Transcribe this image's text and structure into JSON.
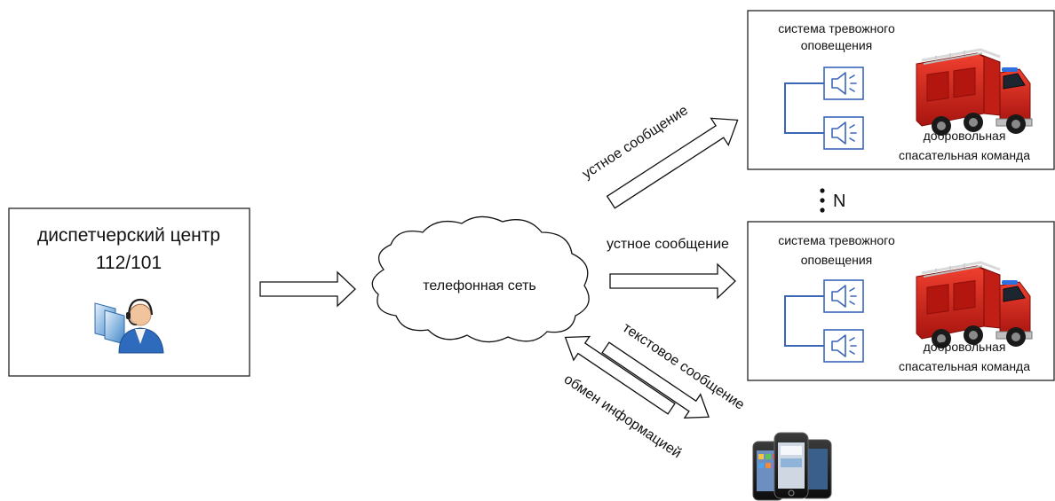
{
  "dispatch": {
    "title_line1": "диспетчерский центр",
    "title_line2": "112/101"
  },
  "network": {
    "label": "телефонная сеть"
  },
  "arrows": {
    "voice_upper": "устное сообщение",
    "voice_middle": "устное сообщение",
    "text_message": "текстовое сообщение",
    "info_exchange": "обмен информацией"
  },
  "stations": [
    {
      "alarm_line1": "система тревожного",
      "alarm_line2": "оповещения",
      "team_line1": "добровольная",
      "team_line2": "спасательная команда"
    },
    {
      "alarm_line1": "система тревожного",
      "alarm_line2": "оповещения",
      "team_line1": "добровольная",
      "team_line2": "спасательная команда"
    }
  ],
  "multiplicity": {
    "symbol": "N"
  },
  "icons": {
    "operator": "operator-headset-icon",
    "speaker": "loudspeaker-icon",
    "truck": "fire-truck-icon",
    "phones": "smartphones-icon"
  },
  "colors": {
    "wire": "#3a66b8",
    "truck_red": "#d8261c",
    "outline": "#111111"
  }
}
